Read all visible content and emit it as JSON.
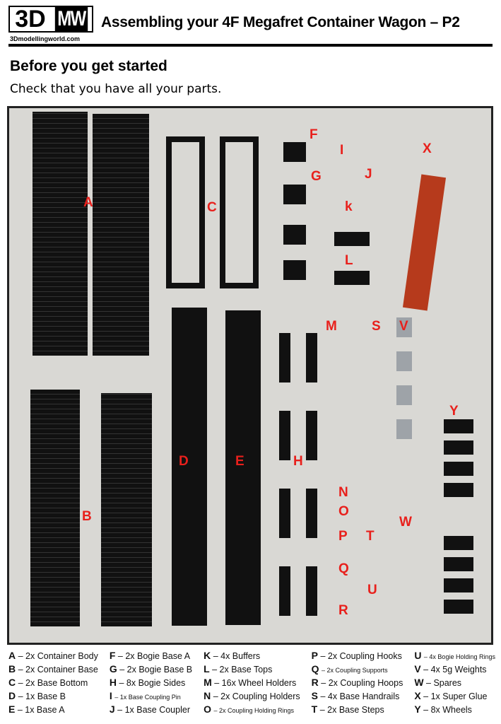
{
  "header": {
    "logo_left": "3D",
    "logo_right": "MW",
    "site": "3Dmodellingworld.com",
    "title": "Assembling your 4F Megafret Container Wagon – P2"
  },
  "intro": {
    "heading": "Before you get started",
    "text": "Check that you have all your parts."
  },
  "photo_labels": [
    "A",
    "B",
    "C",
    "D",
    "E",
    "F",
    "G",
    "H",
    "I",
    "J",
    "k",
    "L",
    "M",
    "N",
    "O",
    "P",
    "Q",
    "R",
    "S",
    "T",
    "U",
    "V",
    "W",
    "X",
    "Y"
  ],
  "legend": [
    {
      "letter": "A",
      "text": "– 2x Container Body"
    },
    {
      "letter": "B",
      "text": "– 2x Container Base"
    },
    {
      "letter": "C",
      "text": "– 2x Base Bottom"
    },
    {
      "letter": "D",
      "text": "– 1x Base B"
    },
    {
      "letter": "E",
      "text": "– 1x Base A"
    },
    {
      "letter": "F",
      "text": "– 2x Bogie Base A"
    },
    {
      "letter": "G",
      "text": "– 2x Bogie Base B"
    },
    {
      "letter": "H",
      "text": "– 8x Bogie Sides"
    },
    {
      "letter": "I",
      "text": "– 1x Base Coupling Pin"
    },
    {
      "letter": "J",
      "text": "– 1x Base Coupler"
    },
    {
      "letter": "K",
      "text": "– 4x Buffers"
    },
    {
      "letter": "L",
      "text": "– 2x Base Tops"
    },
    {
      "letter": "M",
      "text": "– 16x Wheel Holders"
    },
    {
      "letter": "N",
      "text": "– 2x Coupling Holders"
    },
    {
      "letter": "O",
      "text": "– 2x Coupling Holding Rings"
    },
    {
      "letter": "P",
      "text": "– 2x Coupling Hooks"
    },
    {
      "letter": "Q",
      "text": "– 2x Coupling Supports"
    },
    {
      "letter": "R",
      "text": "– 2x Coupling Hoops"
    },
    {
      "letter": "S",
      "text": "– 4x Base Handrails"
    },
    {
      "letter": "T",
      "text": "– 2x Base Steps"
    },
    {
      "letter": "U",
      "text": "– 4x Bogie Holding Rings"
    },
    {
      "letter": "V",
      "text": "– 4x 5g Weights"
    },
    {
      "letter": "W",
      "text": "– Spares"
    },
    {
      "letter": "X",
      "text": "– 1x Super Glue"
    },
    {
      "letter": "Y",
      "text": "– 8x Wheels"
    }
  ]
}
